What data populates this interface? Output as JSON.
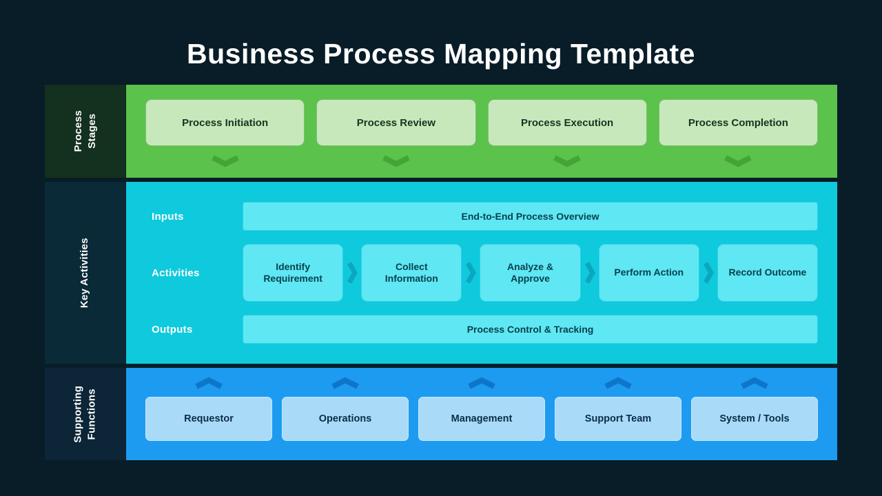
{
  "title": "Business Process Mapping Template",
  "stages": {
    "label": "Process Stages",
    "items": [
      "Process Initiation",
      "Process Review",
      "Process Execution",
      "Process Completion"
    ]
  },
  "key_activities": {
    "label": "Key Activities",
    "inputs": {
      "label": "Inputs",
      "value": "End-to-End Process Overview"
    },
    "steps": {
      "label": "Activities",
      "items": [
        "Identify Requirement",
        "Collect Information",
        "Analyze & Approve",
        "Perform Action",
        "Record Outcome"
      ]
    },
    "outputs": {
      "label": "Outputs",
      "value": "Process Control & Tracking"
    }
  },
  "supporting": {
    "label": "Supporting Functions",
    "items": [
      "Requestor",
      "Operations",
      "Management",
      "Support Team",
      "System / Tools"
    ]
  },
  "colors": {
    "background": "#081D28",
    "stages_band": "#5BC24C",
    "stages_sidebar": "#14301E",
    "stages_box": "#C7E8BB",
    "stages_chevron": "#45A437",
    "activities_band": "#0FC9DD",
    "activities_sidebar": "#0A2A37",
    "activities_box": "#5FE7F3",
    "activities_chevron": "#0BA7BD",
    "supporting_band": "#1D9BF0",
    "supporting_sidebar": "#0C2537",
    "supporting_box": "#A9DBF9",
    "supporting_chevron": "#0E76C9",
    "title_text": "#FFFFFF"
  }
}
